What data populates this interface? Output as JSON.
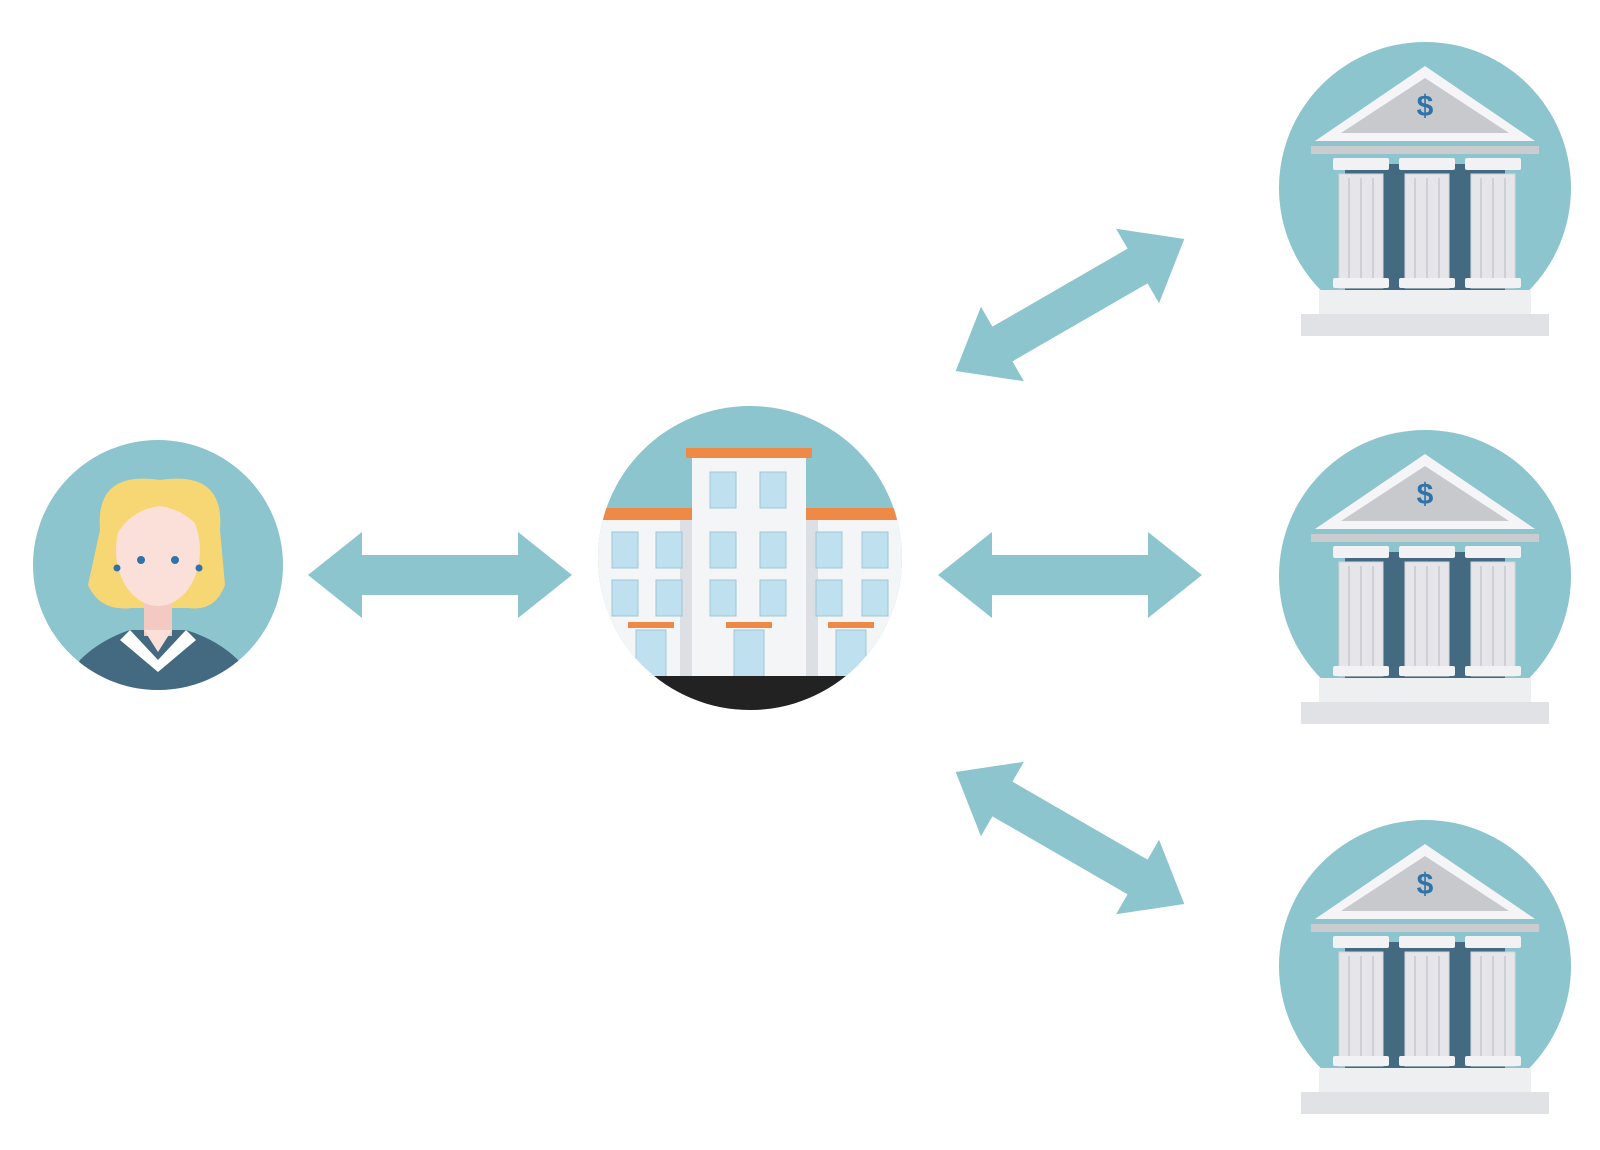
{
  "colors": {
    "accent": "#8cc5cd",
    "navy": "#436a80",
    "skin": "#fbe0da",
    "hair": "#f6d774",
    "building_white": "#f4f5f7",
    "building_gray": "#dcdfe3",
    "window": "#bfe0ee",
    "roof_orange": "#ee8a45",
    "ground": "#222222",
    "column": "#e6e6ea",
    "pediment": "#c8c9cd",
    "dollar": "#2f73a8",
    "base_gray": "#e1e2e5"
  },
  "icons": {
    "customer": "person-icon",
    "intermediary": "office-building-icon",
    "banks": [
      "bank-icon",
      "bank-icon",
      "bank-icon"
    ]
  },
  "bank_symbol": "$",
  "connections": [
    {
      "from": "customer",
      "to": "intermediary",
      "direction": "two-way"
    },
    {
      "from": "intermediary",
      "to": "bank-1",
      "direction": "two-way"
    },
    {
      "from": "intermediary",
      "to": "bank-2",
      "direction": "two-way"
    },
    {
      "from": "intermediary",
      "to": "bank-3",
      "direction": "two-way"
    }
  ]
}
